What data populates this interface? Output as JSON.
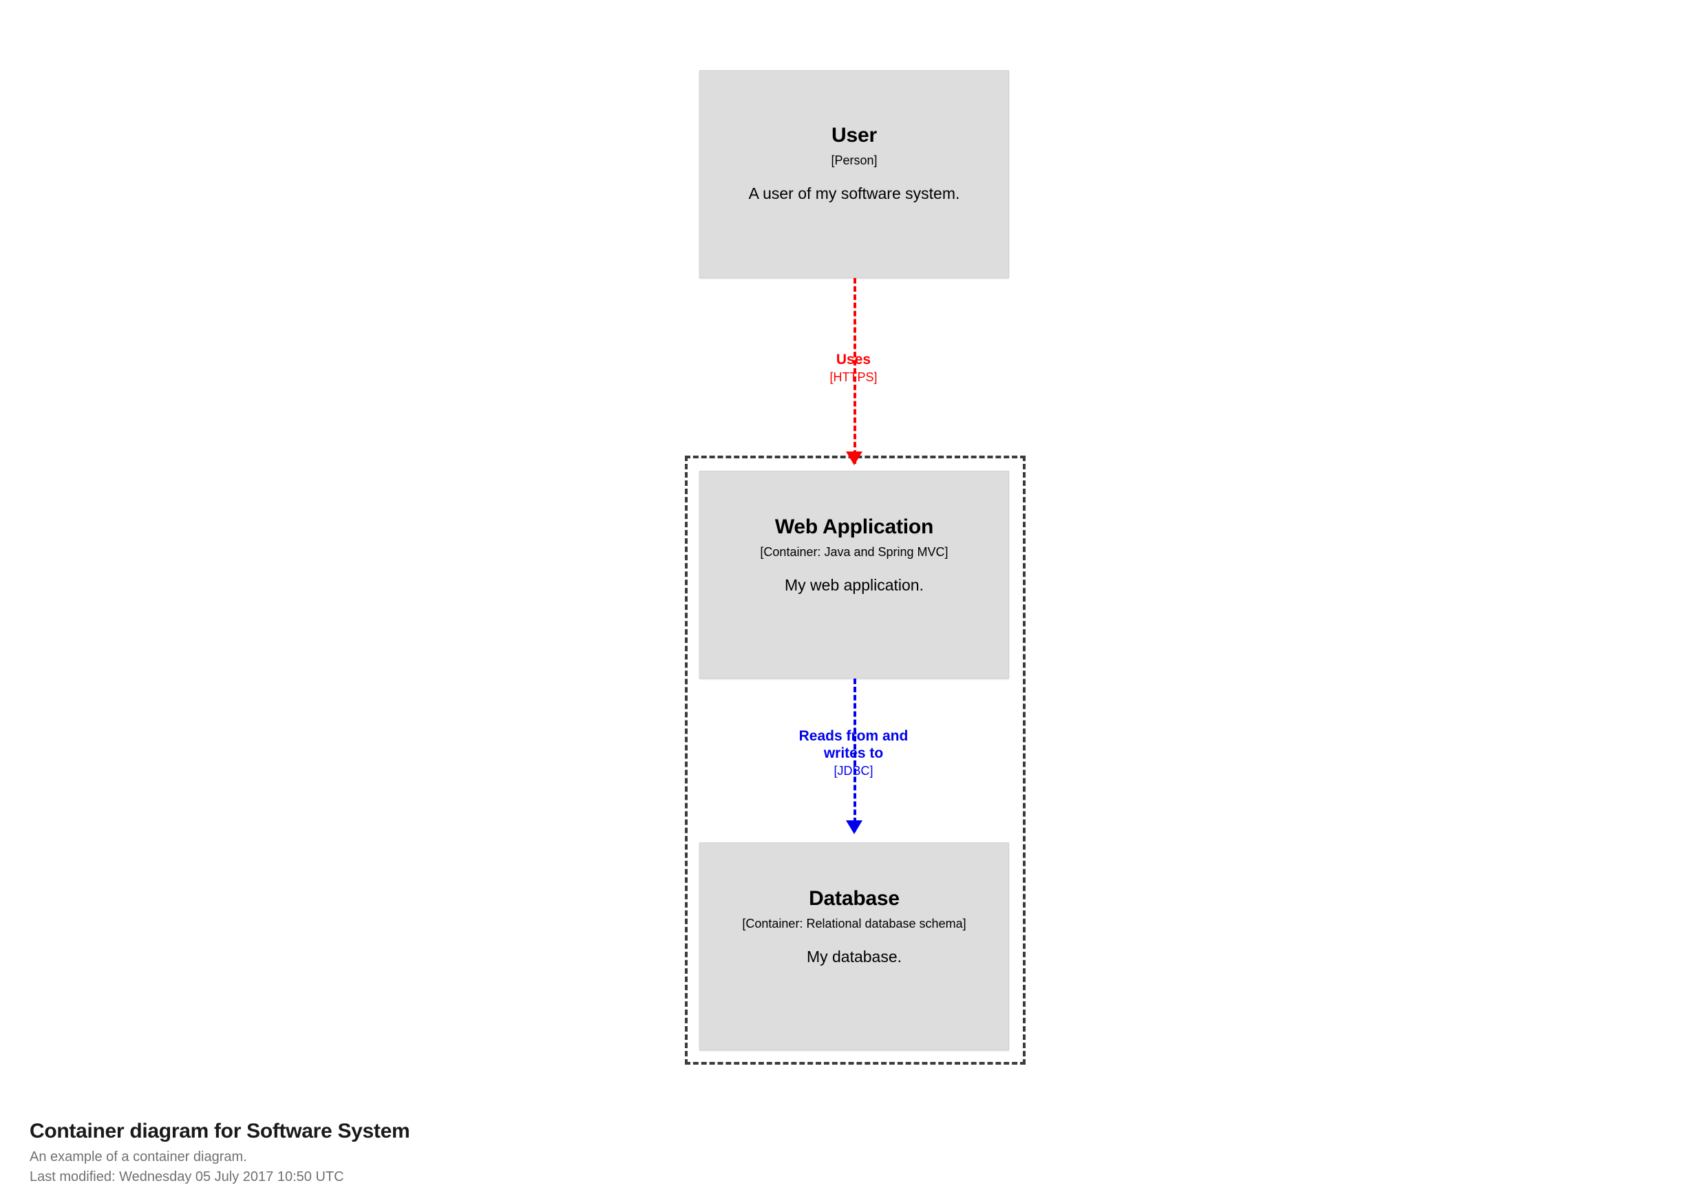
{
  "diagram": {
    "kind": "c4-container-diagram",
    "boundary": {
      "name": "Software System",
      "style": "dashed"
    },
    "nodes": [
      {
        "id": "user",
        "title": "User",
        "tech": "[Person]",
        "description": "A user of my software system.",
        "fill": "#dddddd",
        "text_color": "#000000"
      },
      {
        "id": "web-application",
        "title": "Web Application",
        "tech": "[Container: Java and Spring MVC]",
        "description": "My web application.",
        "fill": "#dddddd",
        "text_color": "#000000"
      },
      {
        "id": "database",
        "title": "Database",
        "tech": "[Container: Relational database schema]",
        "description": "My database.",
        "fill": "#dddddd",
        "text_color": "#000000"
      }
    ],
    "relationships": [
      {
        "id": "user-uses-webapp",
        "source": "user",
        "target": "web-application",
        "description": "Uses",
        "technology": "[HTTPS]",
        "color": "#ff0000"
      },
      {
        "id": "webapp-reads-writes-database",
        "source": "web-application",
        "target": "database",
        "description_line1": "Reads from and",
        "description_line2": "writes to",
        "technology": "[JDBC]",
        "color": "#0000ee"
      }
    ]
  },
  "caption": {
    "title": "Container diagram for Software System",
    "subtitle": "An example of a container diagram.",
    "last_modified": "Last modified: Wednesday 05 July 2017 10:50 UTC"
  }
}
